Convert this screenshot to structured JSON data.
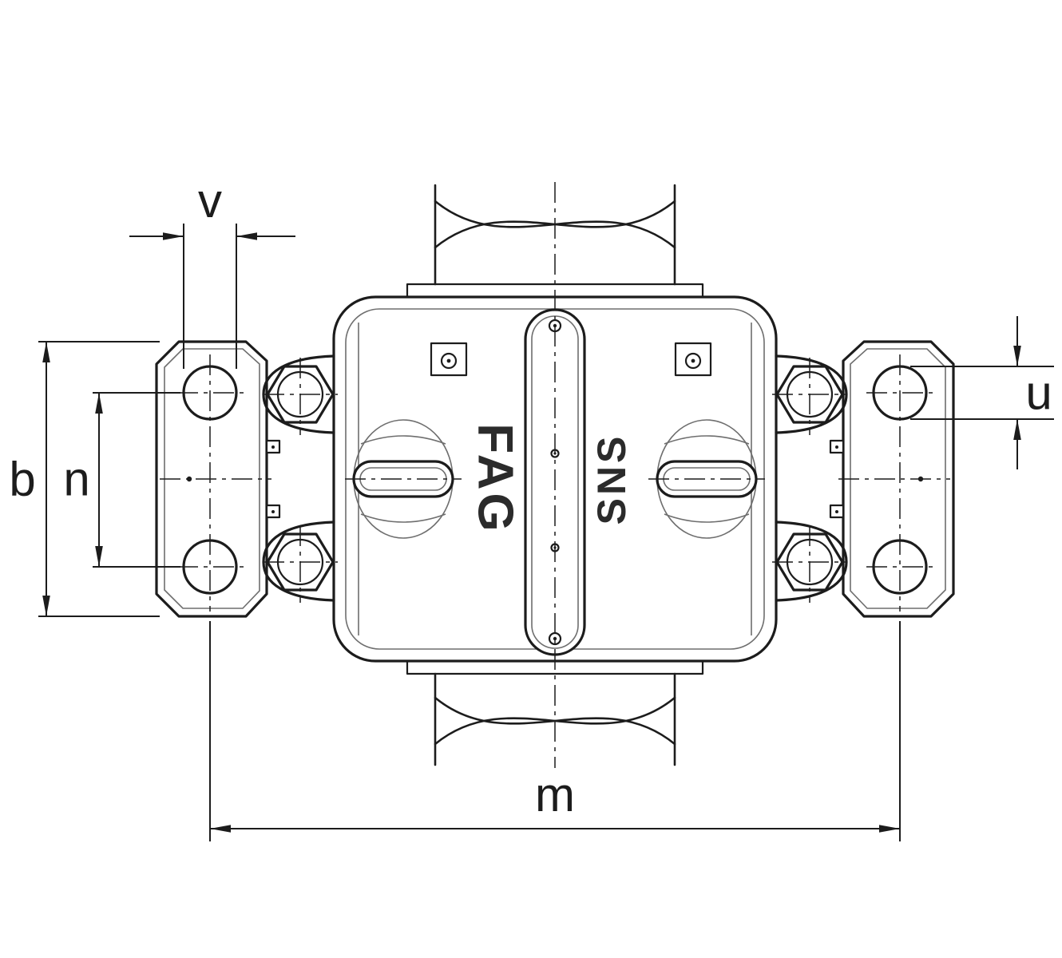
{
  "drawing": {
    "kind": "technical-drawing",
    "subject": "split plummer block bearing housing, top view",
    "brand_text": "FAG",
    "series_text": "SNS",
    "dimension_labels": {
      "v": "v",
      "u": "u",
      "b": "b",
      "n": "n",
      "m": "m"
    },
    "colors": {
      "line": "#1c1c1c",
      "thin": "#6e6e6e",
      "bg": "#ffffff"
    }
  }
}
